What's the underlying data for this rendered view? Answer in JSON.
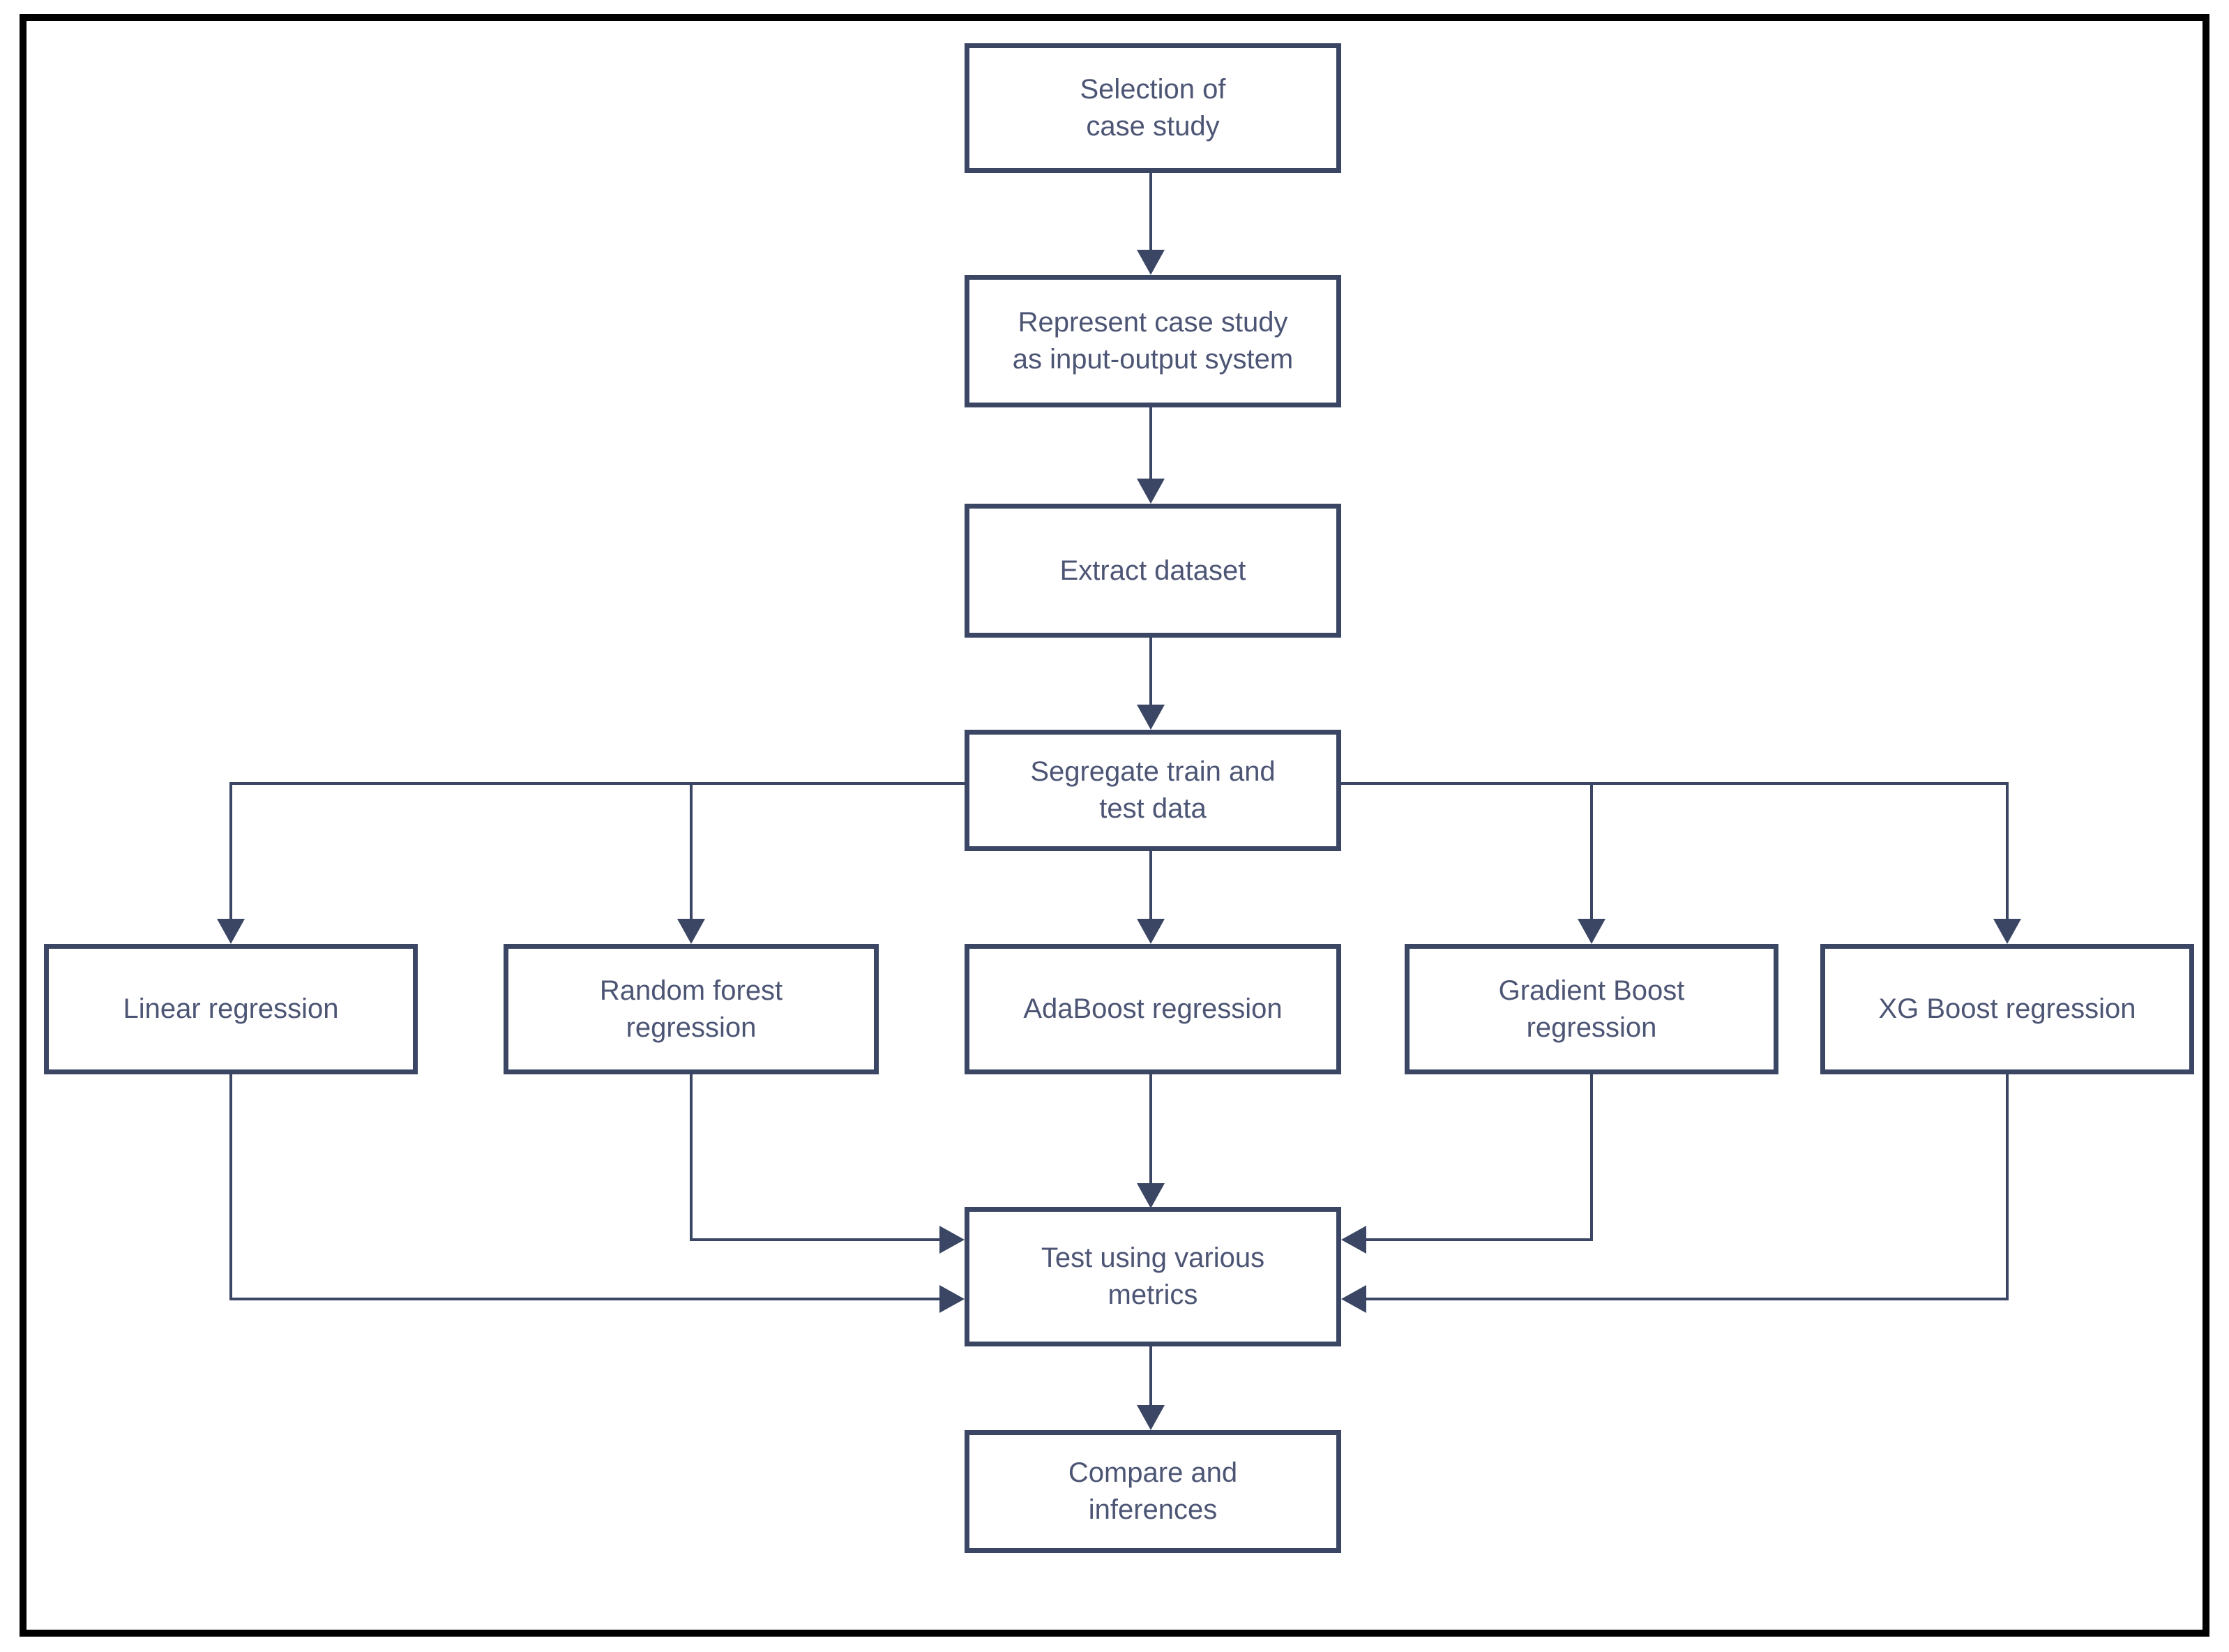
{
  "diagram": {
    "type": "flowchart",
    "colors": {
      "node_border": "#3a4664",
      "node_text": "#4d5575",
      "connector": "#3a4664",
      "outer_border": "#000000",
      "background": "#ffffff"
    },
    "nodes": {
      "selection": {
        "lines": [
          "Selection of",
          "case study"
        ]
      },
      "represent": {
        "lines": [
          "Represent case study",
          "as input-output system"
        ]
      },
      "extract": {
        "lines": [
          "Extract dataset"
        ]
      },
      "segregate": {
        "lines": [
          "Segregate train and",
          "test data"
        ]
      },
      "linear": {
        "lines": [
          "Linear regression"
        ]
      },
      "random_forest": {
        "lines": [
          "Random forest",
          "regression"
        ]
      },
      "adaboost": {
        "lines": [
          "AdaBoost regression"
        ]
      },
      "gradient_boost": {
        "lines": [
          "Gradient Boost",
          "regression"
        ]
      },
      "xg_boost": {
        "lines": [
          "XG Boost regression"
        ]
      },
      "test": {
        "lines": [
          "Test using various",
          "metrics"
        ]
      },
      "compare": {
        "lines": [
          "Compare and",
          "inferences"
        ]
      }
    },
    "edges": [
      {
        "from": "selection",
        "to": "represent"
      },
      {
        "from": "represent",
        "to": "extract"
      },
      {
        "from": "extract",
        "to": "segregate"
      },
      {
        "from": "segregate",
        "to": "linear"
      },
      {
        "from": "segregate",
        "to": "random_forest"
      },
      {
        "from": "segregate",
        "to": "adaboost"
      },
      {
        "from": "segregate",
        "to": "gradient_boost"
      },
      {
        "from": "segregate",
        "to": "xg_boost"
      },
      {
        "from": "linear",
        "to": "test"
      },
      {
        "from": "random_forest",
        "to": "test"
      },
      {
        "from": "adaboost",
        "to": "test"
      },
      {
        "from": "gradient_boost",
        "to": "test"
      },
      {
        "from": "xg_boost",
        "to": "test"
      },
      {
        "from": "test",
        "to": "compare"
      }
    ]
  }
}
